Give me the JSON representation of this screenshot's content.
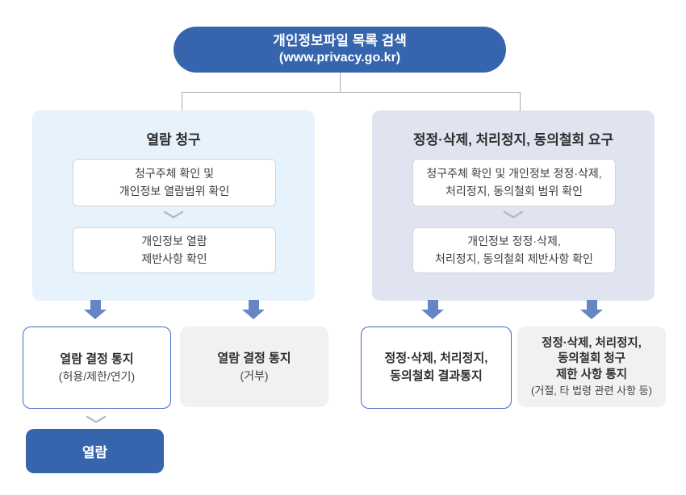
{
  "colors": {
    "primary_blue": "#3665ae",
    "arrow_blue": "#6586c2",
    "outline_blue": "#3f6ec5",
    "panel_left_bg": "#e6f2fc",
    "panel_right_bg": "#dfe4f0",
    "gray_box_bg": "#f0f1f2",
    "step_box_border": "#d0d5da",
    "connector_gray": "#ababab",
    "chevron_gray": "#b3bac2",
    "text_dark": "#333333"
  },
  "root": {
    "title_line1": "개인정보파일 목록 검색",
    "title_line2": "(www.privacy.go.kr)"
  },
  "left_flow": {
    "title": "열람 청구",
    "step1_line1": "청구주체 확인 및",
    "step1_line2": "개인정보 열람범위 확인",
    "step2_line1": "개인정보 열람",
    "step2_line2": "제반사항 확인",
    "outcome_allow_line1": "열람 결정 통지",
    "outcome_allow_line2": "(허용/제한/연기)",
    "outcome_deny_line1": "열람 결정 통지",
    "outcome_deny_line2": "(거부)",
    "final_action": "열람"
  },
  "right_flow": {
    "title": "정정·삭제, 처리정지, 동의철회 요구",
    "step1_line1": "청구주체 확인 및 개인정보 정정·삭제,",
    "step1_line2": "처리정지, 동의철회 범위 확인",
    "step2_line1": "개인정보 정정·삭제,",
    "step2_line2": "처리정지, 동의철회 제반사항 확인",
    "outcome_result_line1": "정정·삭제, 처리정지,",
    "outcome_result_line2": "동의철회 결과통지",
    "outcome_limit_line1": "정정·삭제, 처리정지,",
    "outcome_limit_line2": "동의철회 청구",
    "outcome_limit_line3": "제한 사항 통지",
    "outcome_limit_line4": "(거절, 타 법령 관련 사항 등)"
  }
}
